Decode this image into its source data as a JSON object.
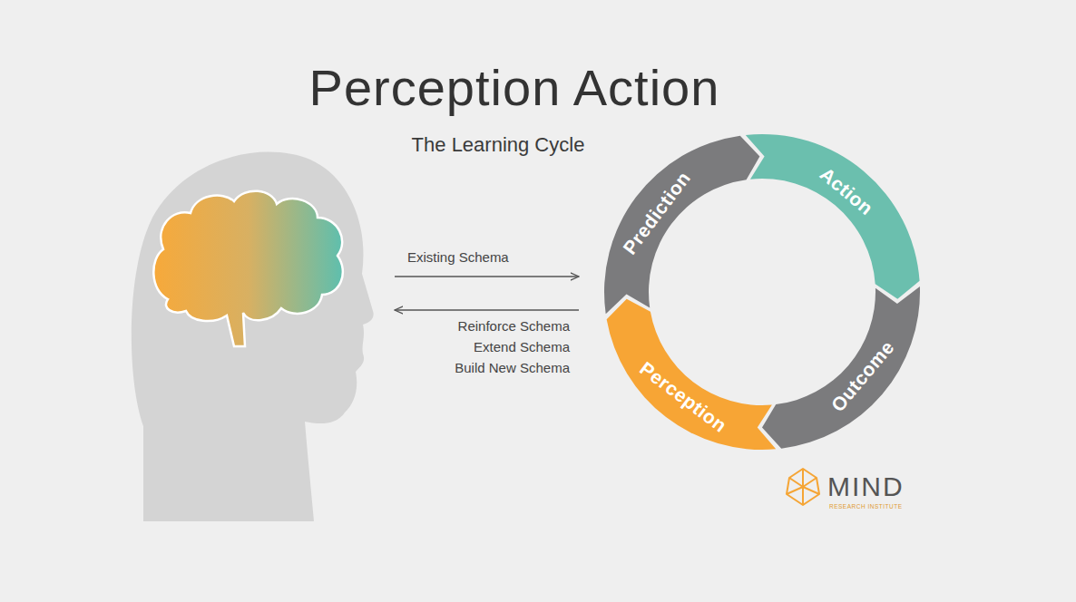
{
  "diagram": {
    "title": "Perception Action",
    "nodes": [
      {
        "text": [
          "Prediction"
        ]
      },
      {
        "text": [
          "Action"
        ]
      },
      {
        "text": [
          "Outcome"
        ]
      },
      {
        "text": [
          "Perception"
        ]
      }
    ],
    "labels": [
      "The Learning Cycle",
      "Existing Schema",
      "Reinforce Schema",
      "Extend Schema",
      "Build New Schema",
      "MIND",
      "RESEARCH INSTITUTE"
    ]
  }
}
